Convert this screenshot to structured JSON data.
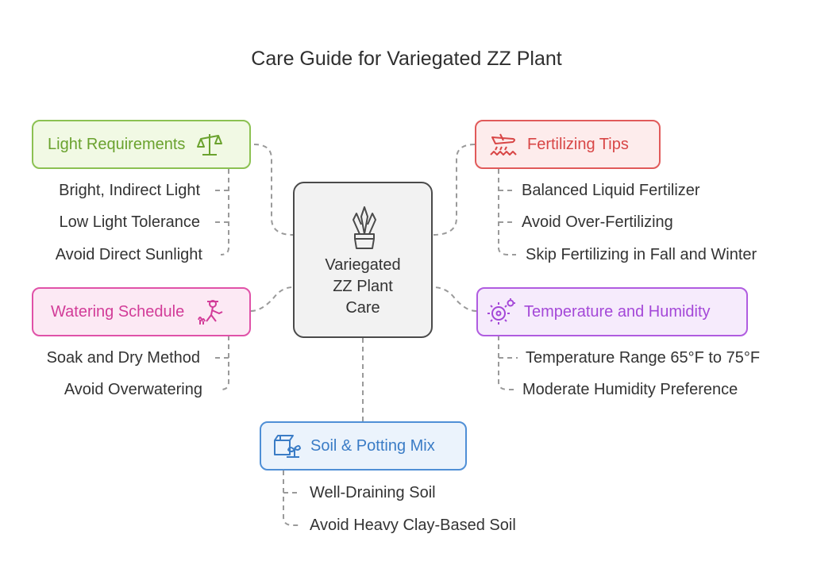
{
  "title": "Care Guide for Variegated ZZ Plant",
  "center": {
    "label_lines": [
      "Variegated",
      "ZZ Plant",
      "Care"
    ],
    "icon": "potted-plant-icon"
  },
  "branches": {
    "light": {
      "label": "Light Requirements",
      "icon": "scale-balance-icon",
      "color": "#8cc152",
      "fill": "#f1f9e4",
      "text_color": "#6aa22e",
      "items": [
        "Bright, Indirect Light",
        "Low Light Tolerance",
        "Avoid Direct Sunlight"
      ]
    },
    "fertilizing": {
      "label": "Fertilizing Tips",
      "icon": "crop-duster-plane-icon",
      "color": "#e15a5a",
      "fill": "#fdecec",
      "text_color": "#d84646",
      "items": [
        "Balanced Liquid Fertilizer",
        "Avoid Over-Fertilizing",
        "Skip Fertilizing in Fall and Winter"
      ]
    },
    "watering": {
      "label": "Watering Schedule",
      "icon": "gardener-watering-icon",
      "color": "#e052a8",
      "fill": "#fce9f4",
      "text_color": "#d23c98",
      "items": [
        "Soak and Dry Method",
        "Avoid Overwatering"
      ]
    },
    "temperature": {
      "label": "Temperature and Humidity",
      "icon": "virus-gear-icon",
      "color": "#b05ce0",
      "fill": "#f6ebfc",
      "text_color": "#a448d8",
      "items": [
        "Temperature Range 65°F to 75°F",
        "Moderate Humidity Preference"
      ]
    },
    "soil": {
      "label": "Soil & Potting Mix",
      "icon": "seedling-box-icon",
      "color": "#4f8fd6",
      "fill": "#ebf3fc",
      "text_color": "#3a7cc6",
      "items": [
        "Well-Draining Soil",
        "Avoid Heavy Clay-Based Soil"
      ]
    }
  }
}
